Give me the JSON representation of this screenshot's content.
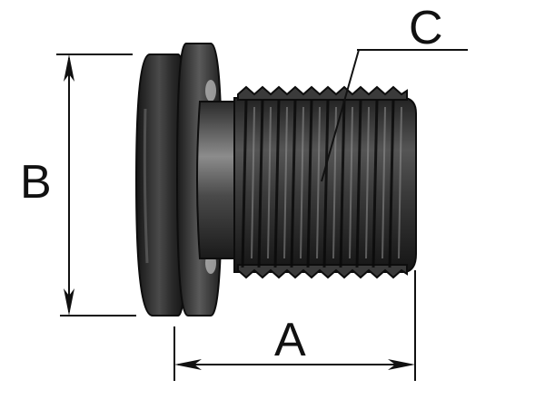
{
  "labels": {
    "a": "A",
    "b": "B",
    "c": "C"
  },
  "colors": {
    "line": "#111111",
    "metal_dark": "#1c1c1c",
    "metal_mid": "#3a3a3a",
    "metal_light": "#8a8a8a",
    "background": "#ffffff"
  }
}
